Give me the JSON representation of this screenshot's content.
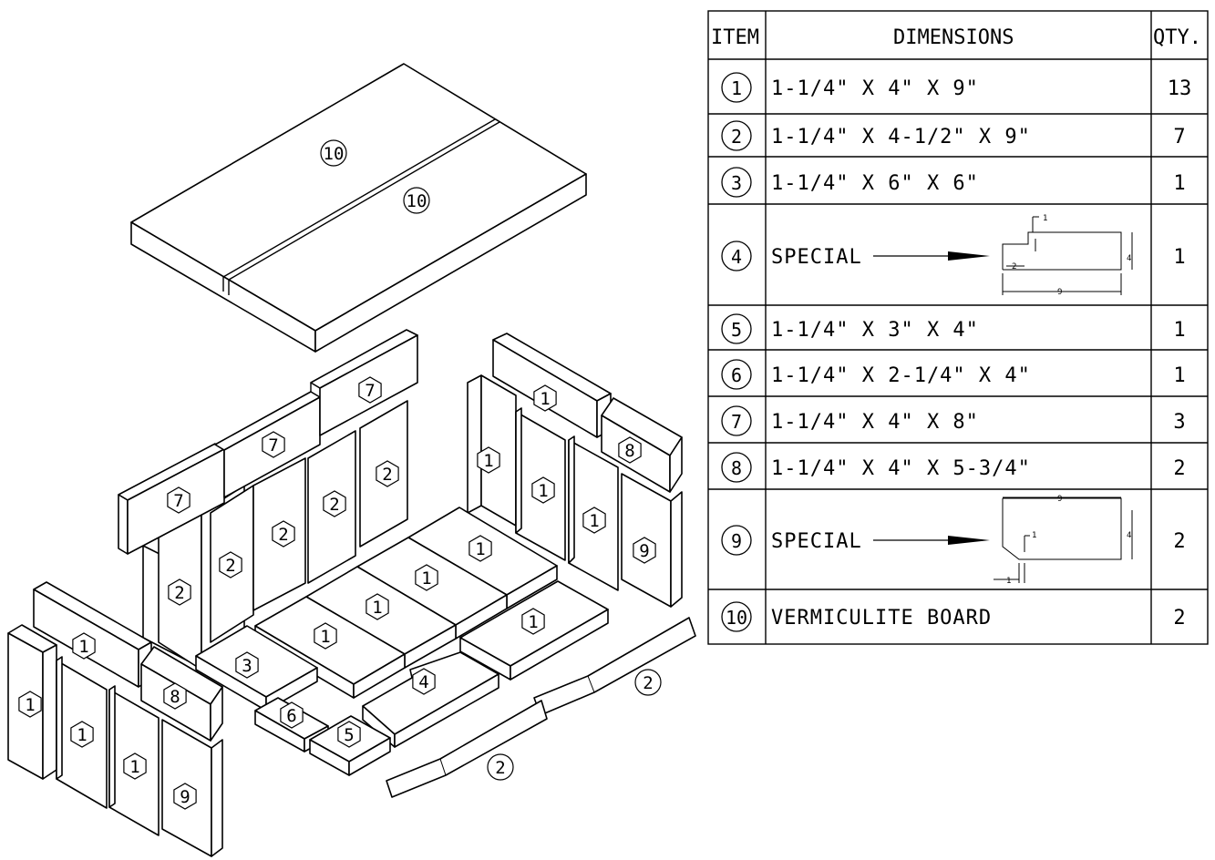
{
  "drawing": {
    "callouts": {
      "board_a": "10",
      "board_b": "10",
      "back_row_top_1": "7",
      "back_row_top_2": "7",
      "back_row_top_3": "7",
      "back_2_a": "2",
      "back_2_b": "2",
      "back_2_c": "2",
      "back_2_d": "2",
      "back_2_e": "2",
      "right_top_1": "1",
      "right_top_8": "8",
      "right_1_a": "1",
      "right_1_b": "1",
      "right_1_c": "1",
      "right_9": "9",
      "floor_1_a": "1",
      "floor_1_b": "1",
      "floor_1_c": "1",
      "floor_1_d": "1",
      "floor_1_e": "1",
      "floor_3": "3",
      "floor_4": "4",
      "floor_5": "5",
      "floor_6": "6",
      "left_top_1": "1",
      "left_top_8": "8",
      "left_1_a": "1",
      "left_1_b": "1",
      "left_1_c": "1",
      "left_9": "9",
      "grate_a": "2",
      "grate_b": "2"
    }
  },
  "table": {
    "headers": {
      "item": "ITEM",
      "dimensions": "DIMENSIONS",
      "qty": "QTY."
    },
    "rows": [
      {
        "item": "1",
        "dimensions": "1-1/4\" X 4\" X 9\"",
        "qty": "13"
      },
      {
        "item": "2",
        "dimensions": "1-1/4\" X 4-1/2\" X 9\"",
        "qty": "7"
      },
      {
        "item": "3",
        "dimensions": "1-1/4\" X 6\" X 6\"",
        "qty": "1"
      },
      {
        "item": "4",
        "dimensions": "SPECIAL",
        "qty": "1",
        "sketch": {
          "top": "1",
          "notch": "2",
          "height": "4",
          "length": "9"
        }
      },
      {
        "item": "5",
        "dimensions": "1-1/4\" X 3\" X 4\"",
        "qty": "1"
      },
      {
        "item": "6",
        "dimensions": "1-1/4\" X 2-1/4\" X 4\"",
        "qty": "1"
      },
      {
        "item": "7",
        "dimensions": "1-1/4\" X 4\" X 8\"",
        "qty": "3"
      },
      {
        "item": "8",
        "dimensions": "1-1/4\" X 4\" X 5-3/4\"",
        "qty": "2"
      },
      {
        "item": "9",
        "dimensions": "SPECIAL",
        "qty": "2",
        "sketch": {
          "top": "9",
          "chamfer": "1",
          "height": "4",
          "bottom": "1"
        }
      },
      {
        "item": "10",
        "dimensions": "VERMICULITE BOARD",
        "qty": "2"
      }
    ]
  }
}
